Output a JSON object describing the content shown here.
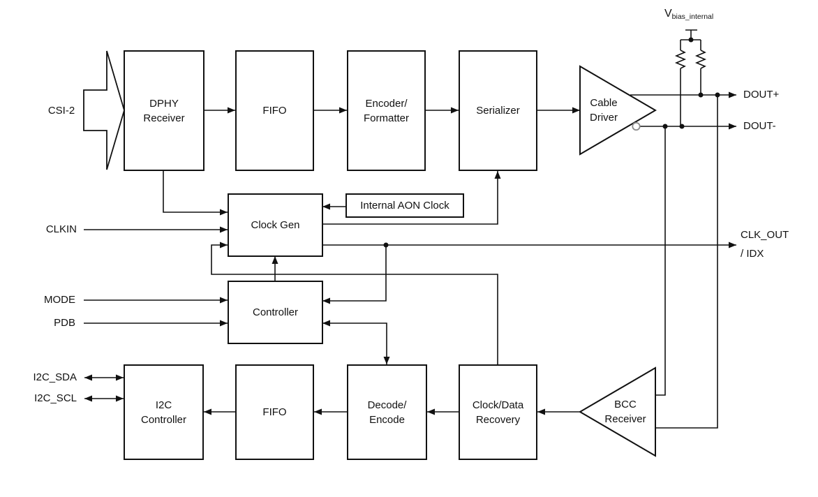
{
  "colors": {
    "line": "#111111",
    "background": "#ffffff",
    "inversion_bubble_stroke": "#8c8c8c"
  },
  "blocks": {
    "dphy_receiver": {
      "line1": "DPHY",
      "line2": "Receiver"
    },
    "fifo_top": {
      "line1": "FIFO"
    },
    "encoder_formatter": {
      "line1": "Encoder/",
      "line2": "Formatter"
    },
    "serializer": {
      "line1": "Serializer"
    },
    "cable_driver": {
      "line1": "Cable",
      "line2": "Driver"
    },
    "clock_gen": {
      "line1": "Clock Gen"
    },
    "internal_aon_clock": {
      "line1": "Internal AON Clock"
    },
    "controller": {
      "line1": "Controller"
    },
    "i2c_controller": {
      "line1": "I2C",
      "line2": "Controller"
    },
    "fifo_bottom": {
      "line1": "FIFO"
    },
    "decode_encode": {
      "line1": "Decode/",
      "line2": "Encode"
    },
    "clock_data_recovery": {
      "line1": "Clock/Data",
      "line2": "Recovery"
    },
    "bcc_receiver": {
      "line1": "BCC",
      "line2": "Receiver"
    }
  },
  "ports": {
    "csi2": "CSI-2",
    "clkin": "CLKIN",
    "mode": "MODE",
    "pdb": "PDB",
    "i2c_sda": "I2C_SDA",
    "i2c_scl": "I2C_SCL",
    "dout_plus": "DOUT+",
    "dout_minus": "DOUT-",
    "clk_out_line1": "CLK_OUT",
    "clk_out_line2": "/ IDX",
    "vbias_base": "V",
    "vbias_sub": "bias_internal"
  }
}
